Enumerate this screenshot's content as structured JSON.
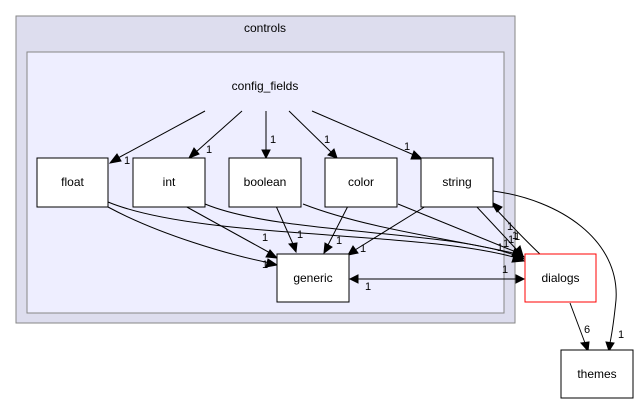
{
  "clusters": {
    "outer": "controls",
    "inner": "config_fields"
  },
  "nodes": {
    "float": "float",
    "int": "int",
    "boolean": "boolean",
    "color": "color",
    "string": "string",
    "generic": "generic",
    "dialogs": "dialogs",
    "themes": "themes"
  },
  "edge_labels": {
    "cf_float": "1",
    "cf_int": "1",
    "cf_boolean": "1",
    "cf_color": "1",
    "cf_string": "1",
    "float_generic": "1",
    "int_generic": "1",
    "boolean_generic": "1",
    "color_generic": "1",
    "string_generic": "1",
    "float_dialogs": "1",
    "int_dialogs": "1",
    "boolean_dialogs": "1",
    "color_dialogs": "1",
    "string_dialogs": "1",
    "generic_dialogs": "1",
    "dialogs_generic": "1",
    "dialogs_string": "1",
    "dialogs_themes": "6",
    "string_themes": "1"
  },
  "colors": {
    "outer_fill": "#ddddee",
    "inner_fill": "#eeeeff",
    "highlight_border": "#ff0000"
  }
}
